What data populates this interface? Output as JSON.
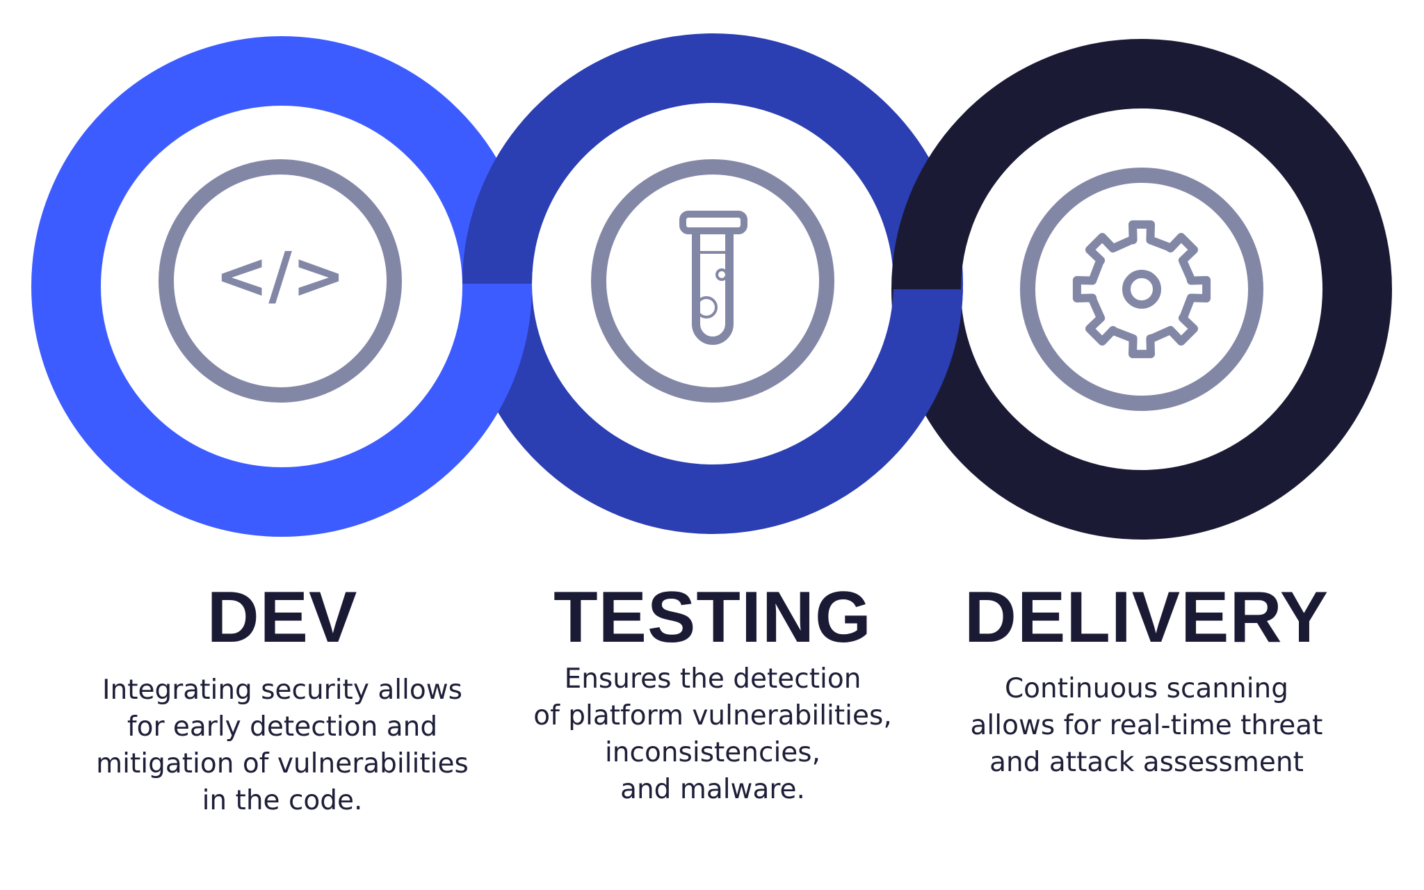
{
  "colors": {
    "dev": "#3d5cff",
    "testing": "#2b3eb2",
    "delivery": "#1a1a35",
    "icon": "#8387a6",
    "text": "#1a1a35"
  },
  "stages": [
    {
      "title": "DEV",
      "icon": "code-brackets-icon",
      "icon_text": "</>",
      "description": [
        "Integrating security allows",
        "for early detection and",
        "mitigation of vulnerabilities",
        "in the code."
      ]
    },
    {
      "title": "TESTING",
      "icon": "test-tube-icon",
      "description": [
        "Ensures the detection",
        "of platform vulnerabilities,",
        "inconsistencies,",
        "and malware."
      ]
    },
    {
      "title": "DELIVERY",
      "icon": "gear-icon",
      "description": [
        "Continuous scanning",
        "allows for real-time threat",
        "and attack assessment"
      ]
    }
  ]
}
